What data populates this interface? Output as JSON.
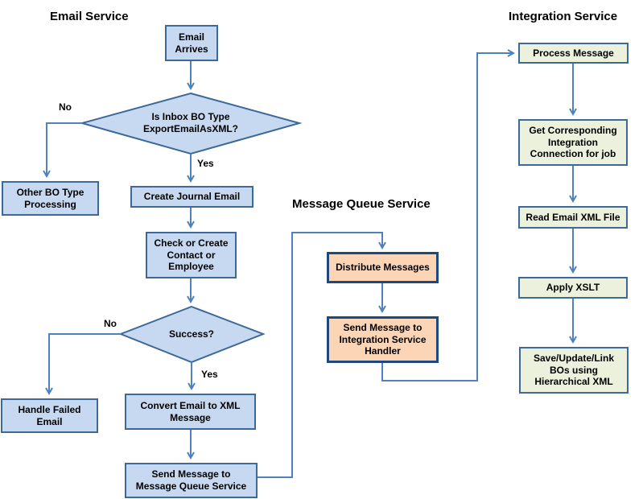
{
  "diagram_type": "flowchart",
  "headings": {
    "email_service": "Email Service",
    "message_queue_service": "Message Queue Service",
    "integration_service": "Integration Service"
  },
  "nodes": {
    "email_arrives": "Email\nArrives",
    "is_inbox_bo_type": "Is Inbox BO Type\nExportEmailAsXML?",
    "other_bo_type_processing": "Other BO Type\nProcessing",
    "create_journal_email": "Create Journal Email",
    "check_or_create_contact": "Check or Create\nContact or\nEmployee",
    "success": "Success?",
    "handle_failed_email": "Handle Failed\nEmail",
    "convert_email_to_xml": "Convert Email to XML\nMessage",
    "send_message_to_mq": "Send Message to\nMessage Queue Service",
    "distribute_messages": "Distribute Messages",
    "send_message_to_ish": "Send Message to\nIntegration Service\nHandler",
    "process_message": "Process Message",
    "get_corresponding_connection": "Get Corresponding\nIntegration\nConnection for job",
    "read_email_xml_file": "Read Email XML File",
    "apply_xslt": "Apply XSLT",
    "save_update_link": "Save/Update/Link\nBOs using\nHierarchical XML"
  },
  "edge_labels": {
    "no_1": "No",
    "yes_1": "Yes",
    "no_2": "No",
    "yes_2": "Yes"
  },
  "colors": {
    "process_fill": "#c6d9f0",
    "process_border": "#3d6998",
    "queue_fill": "#fbd5b5",
    "queue_border": "#1f497d",
    "integration_fill": "#ebf1dd",
    "integration_border": "#3d6998",
    "connector": "#4f81bd",
    "text": "#000000",
    "background": "#ffffff"
  }
}
